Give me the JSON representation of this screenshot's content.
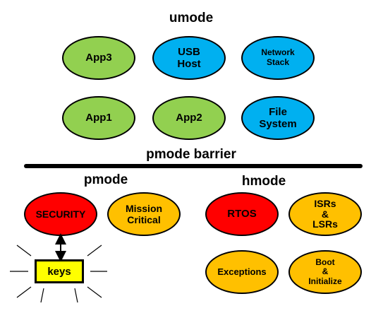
{
  "headings": {
    "umode": "umode",
    "pmode_barrier": "pmode barrier",
    "pmode": "pmode",
    "hmode": "hmode"
  },
  "umode_nodes": {
    "app3": "App3",
    "usb_host": "USB\nHost",
    "network_stack": "Network\nStack",
    "app1": "App1",
    "app2": "App2",
    "file_system": "File\nSystem"
  },
  "pmode_nodes": {
    "security": "SECURITY",
    "mission_critical": "Mission\nCritical",
    "keys": "keys"
  },
  "hmode_nodes": {
    "rtos": "RTOS",
    "isrs_lsrs": "ISRs\n&\nLSRs",
    "exceptions": "Exceptions",
    "boot_initialize": "Boot\n&\nInitialize"
  },
  "colors": {
    "green": "#92d050",
    "blue": "#00b0f0",
    "red": "#ff0000",
    "orange": "#ffc000",
    "yellow": "#ffff00",
    "black": "#000000"
  }
}
